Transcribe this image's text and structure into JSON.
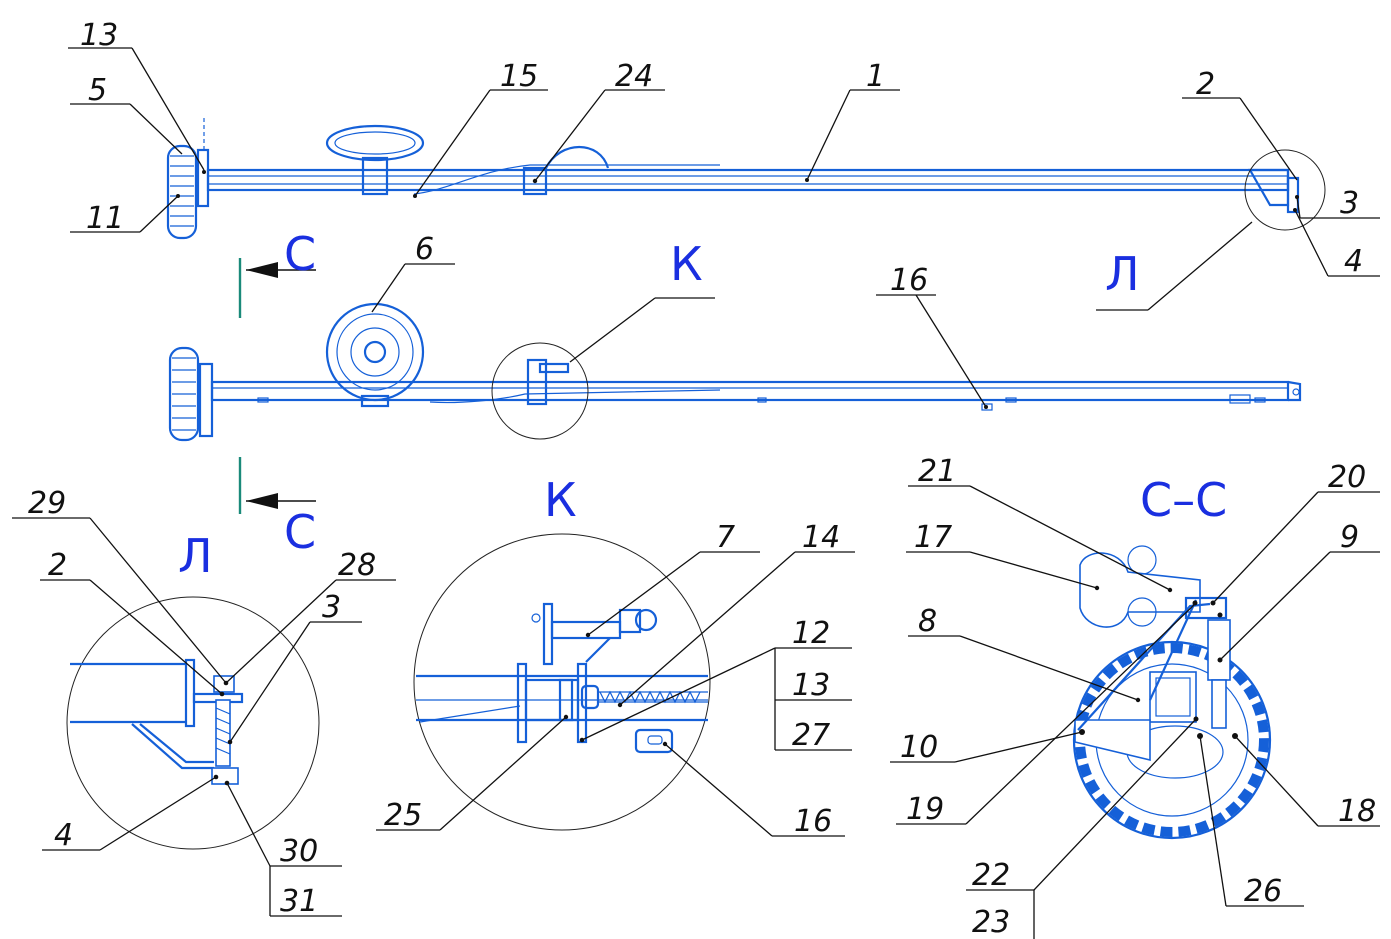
{
  "colors": {
    "part": "#1560d8",
    "view_label": "#1a2fe0",
    "section_line": "#1a8a7a",
    "leader": "#111111"
  },
  "views": {
    "section_left_top": "С",
    "section_left_bottom": "С",
    "detail_K_marker": "К",
    "detail_L_marker": "Л",
    "detail_L_title": "Л",
    "detail_K_title": "К",
    "section_CC_title": "С–С"
  },
  "callouts": {
    "c13_top": "13",
    "c5": "5",
    "c11": "11",
    "c15": "15",
    "c24": "24",
    "c1": "1",
    "c2_top": "2",
    "c3_top": "3",
    "c4_top": "4",
    "c6": "6",
    "c16_mid": "16",
    "c29": "29",
    "c2_L": "2",
    "c28": "28",
    "c3_L": "3",
    "c4_L": "4",
    "c30": "30",
    "c31": "31",
    "c7": "7",
    "c14": "14",
    "c12": "12",
    "c13_K": "13",
    "c27": "27",
    "c25": "25",
    "c16_K": "16",
    "c21": "21",
    "c20": "20",
    "c17": "17",
    "c9": "9",
    "c8": "8",
    "c10": "10",
    "c19": "19",
    "c18": "18",
    "c22": "22",
    "c23": "23",
    "c26": "26"
  }
}
